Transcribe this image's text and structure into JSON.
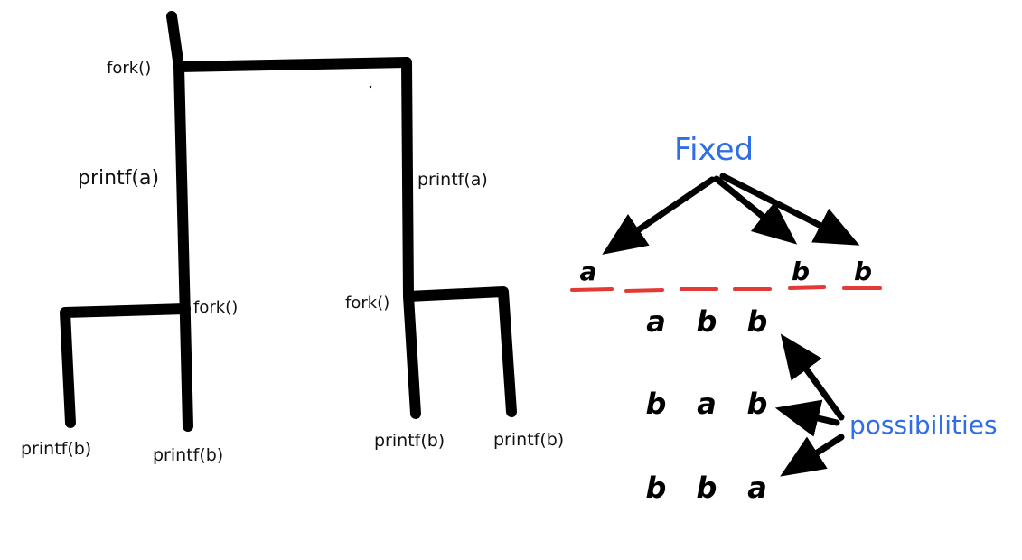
{
  "tree": {
    "fork_top": "fork()",
    "left": {
      "printf_a": "printf(a)",
      "fork": "fork()",
      "leaf_left": "printf(b)",
      "leaf_right": "printf(b)"
    },
    "right": {
      "printf_a": "printf(a)",
      "fork": "fork()",
      "leaf_left": "printf(b)",
      "leaf_right": "printf(b)"
    }
  },
  "explanation": {
    "fixed_label": "Fixed",
    "fixed_tokens": [
      "a",
      "b",
      "b"
    ],
    "possibilities_label": "possibilities",
    "rows": [
      [
        "a",
        "b",
        "b"
      ],
      [
        "b",
        "a",
        "b"
      ],
      [
        "b",
        "b",
        "a"
      ]
    ],
    "colors": {
      "label": "#2f6ee6",
      "dashed_line": "#e53935",
      "ink": "#000000"
    }
  }
}
